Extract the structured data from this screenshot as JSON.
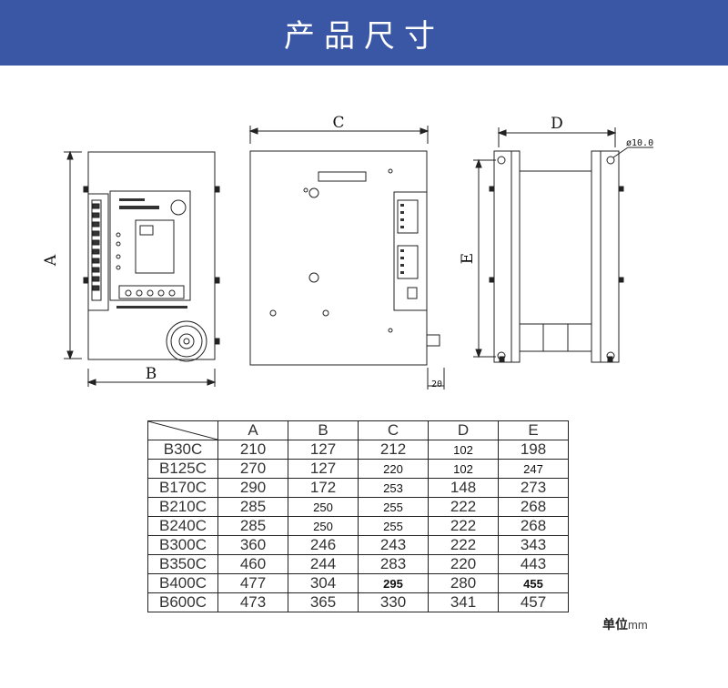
{
  "banner": {
    "title": "产品尺寸"
  },
  "drawing": {
    "dimension_labels": {
      "a": "A",
      "b": "B",
      "c": "C",
      "d": "D",
      "e": "E"
    },
    "hole_label": "ø10.0",
    "depth_label": "20"
  },
  "table": {
    "headers": [
      "A",
      "B",
      "C",
      "D",
      "E"
    ],
    "rows": [
      {
        "model": "B30C",
        "values": [
          "210",
          "127",
          "212",
          "102",
          "198"
        ]
      },
      {
        "model": "B125C",
        "values": [
          "270",
          "127",
          "220",
          "102",
          "247"
        ]
      },
      {
        "model": "B170C",
        "values": [
          "290",
          "172",
          "253",
          "148",
          "273"
        ]
      },
      {
        "model": "B210C",
        "values": [
          "285",
          "250",
          "255",
          "222",
          "268"
        ]
      },
      {
        "model": "B240C",
        "values": [
          "285",
          "250",
          "255",
          "222",
          "268"
        ]
      },
      {
        "model": "B300C",
        "values": [
          "360",
          "246",
          "243",
          "222",
          "343"
        ]
      },
      {
        "model": "B350C",
        "values": [
          "460",
          "244",
          "283",
          "220",
          "443"
        ]
      },
      {
        "model": "B400C",
        "values": [
          "477",
          "304",
          "295",
          "280",
          "455"
        ]
      },
      {
        "model": "B600C",
        "values": [
          "473",
          "365",
          "330",
          "341",
          "457"
        ]
      }
    ]
  },
  "unit": {
    "label": "单位",
    "unit": "mm"
  }
}
